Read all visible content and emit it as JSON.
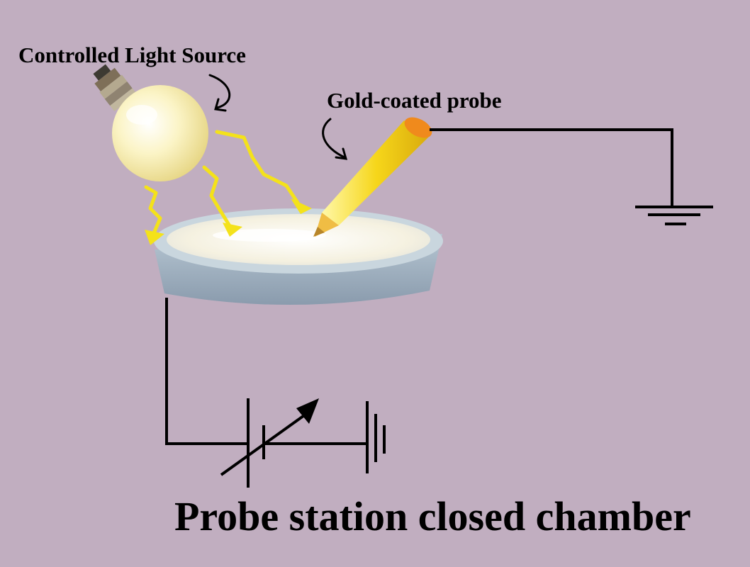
{
  "labels": {
    "light_source": "Controlled Light Source",
    "probe": "Gold-coated probe",
    "title": "Probe station closed chamber"
  },
  "colors": {
    "background": "#c1aec0",
    "bulb_glass": "#f7efb0",
    "probe_gold": "#f2cf1a",
    "light_ray": "#f4e21a",
    "sample_surface": "#f3f0e6",
    "dish_rim": "#9fb1c1",
    "wire": "#000000"
  },
  "icons": [
    "light-bulb-icon",
    "light-ray-icon",
    "gold-probe-icon",
    "sample-dish-icon",
    "ground-symbol-icon",
    "variable-voltage-source-icon",
    "curved-arrow-icon"
  ]
}
